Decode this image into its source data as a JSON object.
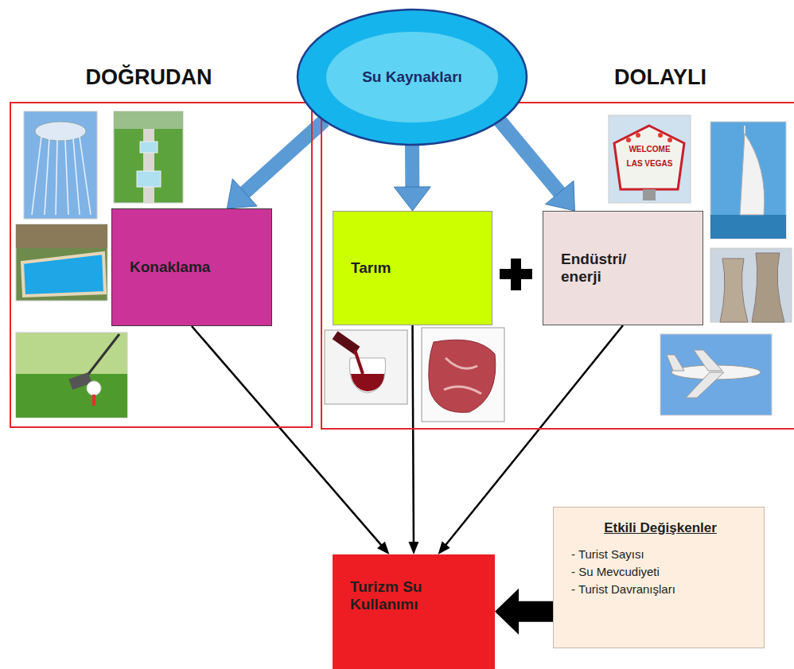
{
  "diagram": {
    "nodes": [
      {
        "text": [
          "DOĞRUDAN"
        ]
      },
      {
        "text": [
          "Su Kaynakları"
        ]
      },
      {
        "text": [
          "DOLAYLI"
        ]
      },
      {
        "text": [
          "Konaklama"
        ],
        "in": 0
      },
      {
        "text": [
          "Tarım"
        ],
        "in": 2
      },
      {
        "text": [
          "Endüstri/ enerji"
        ],
        "in": 2
      },
      {
        "text": [
          "Turizm Su Kullanımı"
        ]
      },
      {
        "text": [
          "Etkili Değişkenler",
          "- Turist Sayısı",
          "- Su Mevcudiyeti",
          "- Turist Davranışları"
        ]
      }
    ],
    "edges": [
      {
        "from": 1,
        "to": 3,
        "arrow": "to"
      },
      {
        "from": 1,
        "to": 4,
        "arrow": "to"
      },
      {
        "from": 1,
        "to": 5,
        "arrow": "to"
      },
      {
        "from": 3,
        "to": 6,
        "arrow": "to"
      },
      {
        "from": 4,
        "to": 6,
        "arrow": "to"
      },
      {
        "from": 5,
        "to": 6,
        "arrow": "to"
      },
      {
        "from": 7,
        "to": 6,
        "arrow": "to"
      }
    ],
    "labels": [
      "WELCOME",
      "LAS VEGAS"
    ]
  }
}
